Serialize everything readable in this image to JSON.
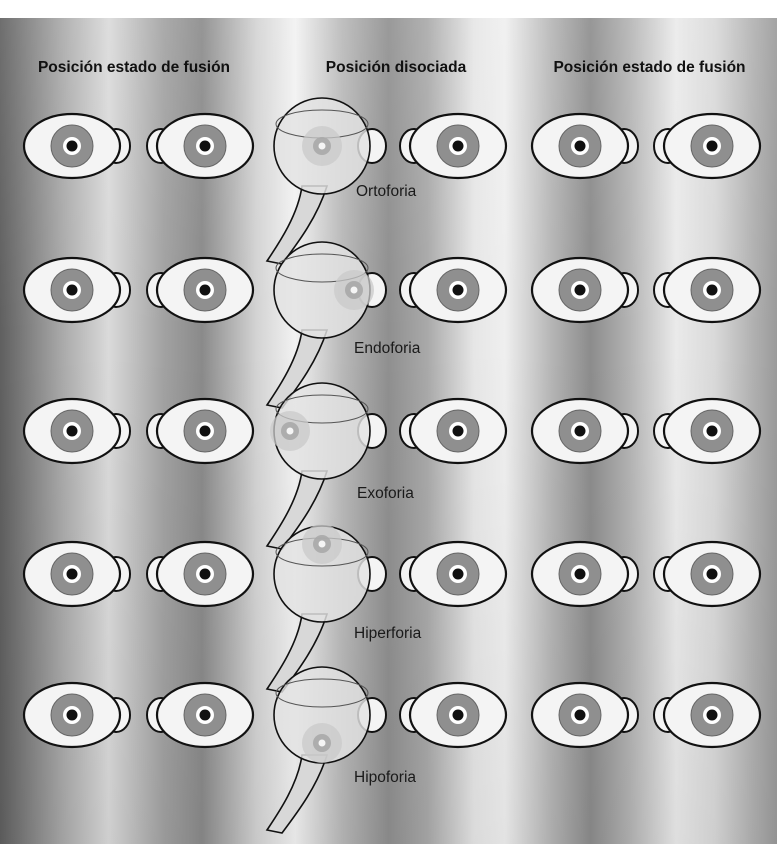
{
  "headers": {
    "left": "Posición estado de fusión",
    "middle": "Posición disociada",
    "right": "Posición estado de fusión"
  },
  "rows": [
    {
      "label": "Ortoforia",
      "deviation": "none"
    },
    {
      "label": "Endoforia",
      "deviation": "inward"
    },
    {
      "label": "Exoforia",
      "deviation": "outward"
    },
    {
      "label": "Hiperforia",
      "deviation": "upward"
    },
    {
      "label": "Hipoforia",
      "deviation": "downward"
    }
  ],
  "colors": {
    "iris": "#8f8f8f",
    "sclera": "#f4f4f4",
    "outline": "#111111",
    "occluder": "#d8d8d8",
    "background_dark": "#8a8a8a",
    "background_light": "#efefef"
  }
}
